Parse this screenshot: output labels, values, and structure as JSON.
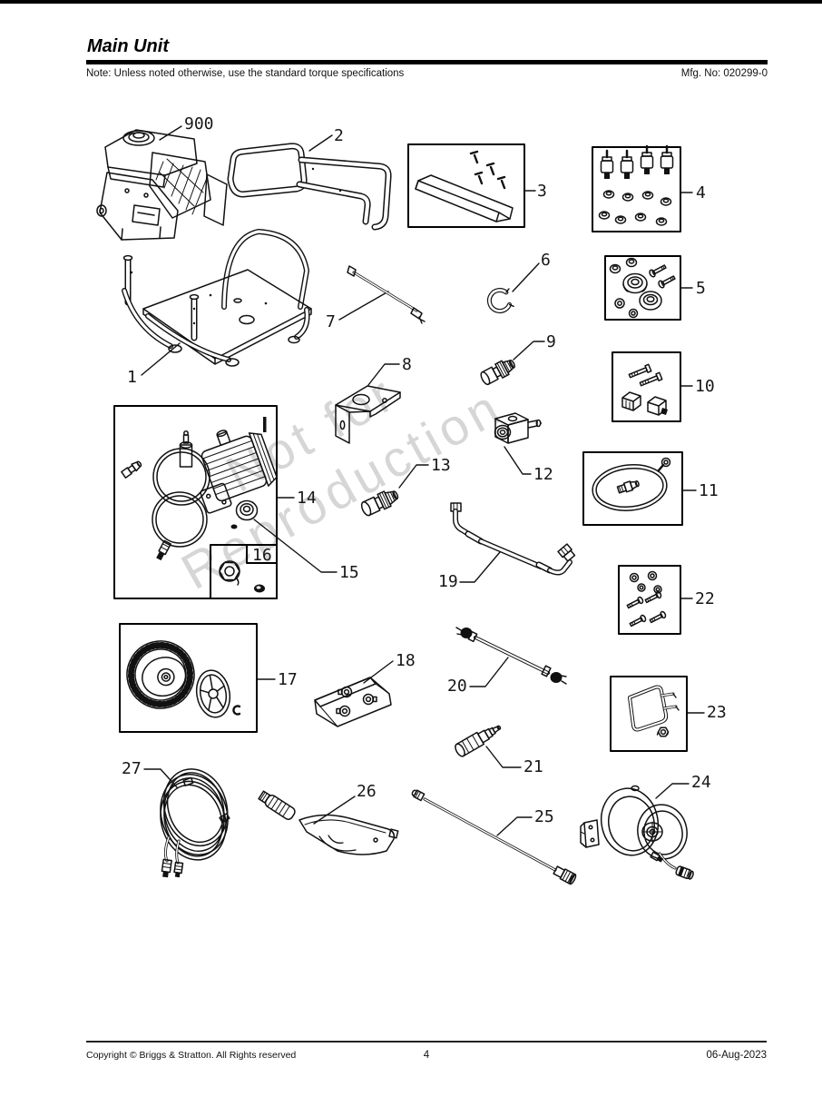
{
  "header": {
    "title": "Main Unit",
    "note": "Note: Unless noted otherwise, use the standard torque specifications",
    "mfg_no": "Mfg. No: 020299-0"
  },
  "watermark": {
    "line1": "Not for",
    "line2": "Reproduction"
  },
  "callouts": [
    {
      "label": "900"
    },
    {
      "label": "1"
    },
    {
      "label": "2"
    },
    {
      "label": "3"
    },
    {
      "label": "4"
    },
    {
      "label": "5"
    },
    {
      "label": "6"
    },
    {
      "label": "7"
    },
    {
      "label": "8"
    },
    {
      "label": "9"
    },
    {
      "label": "10"
    },
    {
      "label": "11"
    },
    {
      "label": "12"
    },
    {
      "label": "13"
    },
    {
      "label": "14"
    },
    {
      "label": "15"
    },
    {
      "label": "16"
    },
    {
      "label": "17"
    },
    {
      "label": "18"
    },
    {
      "label": "19"
    },
    {
      "label": "20"
    },
    {
      "label": "21"
    },
    {
      "label": "22"
    },
    {
      "label": "23"
    },
    {
      "label": "24"
    },
    {
      "label": "25"
    },
    {
      "label": "26"
    },
    {
      "label": "27"
    }
  ],
  "footer": {
    "copyright": "Copyright © Briggs & Stratton. All Rights reserved",
    "page_number": "4",
    "date": "06-Aug-2023"
  }
}
